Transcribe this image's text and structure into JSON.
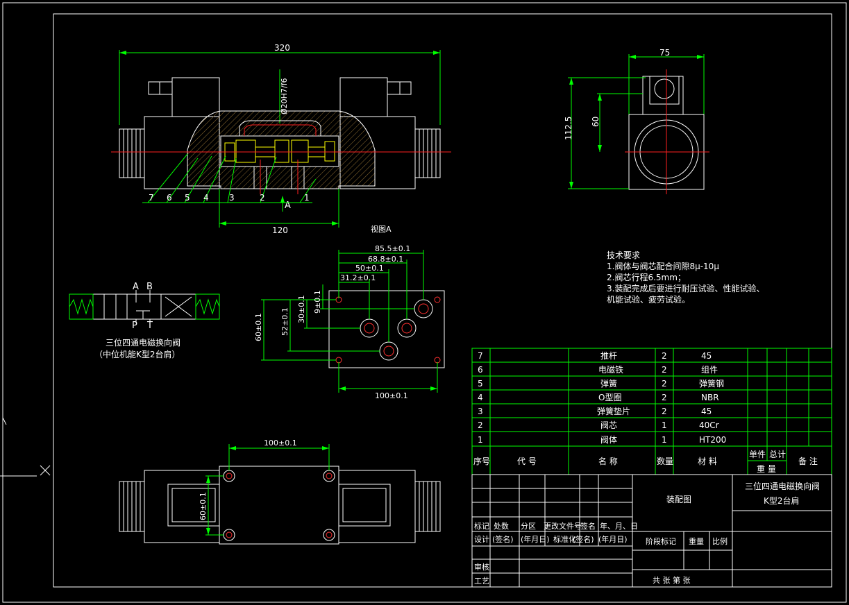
{
  "dimensions": {
    "overall_length": "320",
    "bore_fit": "Ø20H7/f6",
    "body_length": "120",
    "side_width": "75",
    "side_height": "112.5",
    "side_inner": "60",
    "dim_85": "85.5±0.1",
    "dim_68": "68.8±0.1",
    "dim_50": "50±0.1",
    "dim_31": "31.2±0.1",
    "dim_9": "9±0.1",
    "dim_30": "30±0.1",
    "dim_52": "52±0.1",
    "dim_60": "60±0.1",
    "dim_100": "100±0.1",
    "bottom_100": "100±0.1",
    "bottom_60": "60±0.1"
  },
  "labels": {
    "view_a": "视图A",
    "arrow_a": "A",
    "part_numbers": [
      "7",
      "6",
      "5",
      "4",
      "3",
      "2",
      "1"
    ]
  },
  "symbol": {
    "port_a": "A",
    "port_b": "B",
    "port_p": "P",
    "port_t": "T",
    "caption1": "三位四通电磁换向阀",
    "caption2": "（中位机能K型2台肩）"
  },
  "tech": {
    "title": "技术要求",
    "lines": [
      "1.阀体与阀芯配合间隙8μ-10μ",
      "2.阀芯行程6.5mm；",
      "3.装配完成后要进行耐压试验、性能试验、",
      "机能试验、疲劳试验。"
    ]
  },
  "bom": {
    "rows": [
      {
        "no": "7",
        "name": "推杆",
        "qty": "2",
        "material": "45"
      },
      {
        "no": "6",
        "name": "电磁铁",
        "qty": "2",
        "material": "组件"
      },
      {
        "no": "5",
        "name": "弹簧",
        "qty": "2",
        "material": "弹簧钢"
      },
      {
        "no": "4",
        "name": "O型圈",
        "qty": "2",
        "material": "NBR"
      },
      {
        "no": "3",
        "name": "弹簧垫片",
        "qty": "2",
        "material": "45"
      },
      {
        "no": "2",
        "name": "阀芯",
        "qty": "1",
        "material": "40Cr"
      },
      {
        "no": "1",
        "name": "阀体",
        "qty": "1",
        "material": "HT200"
      }
    ],
    "header": {
      "no": "序号",
      "code": "代 号",
      "name": "名 称",
      "qty": "数量",
      "material": "材 料",
      "unit": "单件",
      "total": "总计",
      "weight": "重 量",
      "remark": "备 注"
    }
  },
  "title_block": {
    "drawing_name": "装配图",
    "product1": "三位四通电磁换向阀",
    "product2": "K型2台肩",
    "mark": "标记",
    "count": "处数",
    "zone": "分区",
    "doc_no": "更改文件号",
    "sign": "签名",
    "date": "年、月、日",
    "design": "设计",
    "sign2": "(签名)",
    "date2": "(年月日)",
    "standard": "标准化",
    "sign3": "(签名)",
    "date3": "(年月日)",
    "stage": "阶段标记",
    "weight": "重量",
    "scale": "比例",
    "review": "审核",
    "process": "工艺",
    "sheets": "共  张  第  张"
  },
  "colors": {
    "background": "#000000",
    "line": "#ffffff",
    "dimension": "#00ff00",
    "highlight": "#ffff00",
    "center": "#ff2020",
    "hatch": "#8a6a30"
  }
}
